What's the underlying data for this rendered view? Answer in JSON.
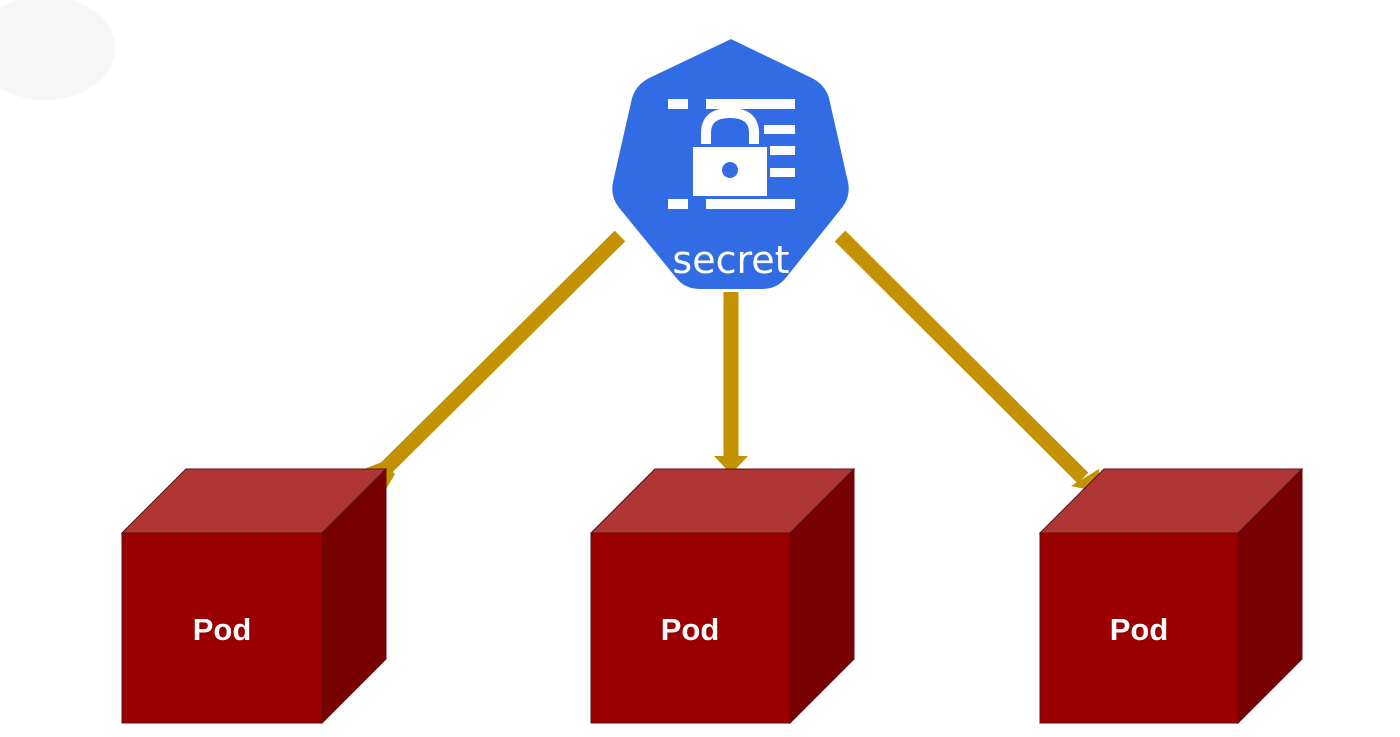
{
  "secret": {
    "label": "secret",
    "icon": "lock-document-icon",
    "color": "#326ce5"
  },
  "pods": [
    {
      "label": "Pod"
    },
    {
      "label": "Pod"
    },
    {
      "label": "Pod"
    }
  ],
  "colors": {
    "arrow": "#c49100",
    "pod_front": "#9a0000",
    "pod_top": "#b03636",
    "pod_side": "#780000",
    "background": "#ffffff"
  }
}
